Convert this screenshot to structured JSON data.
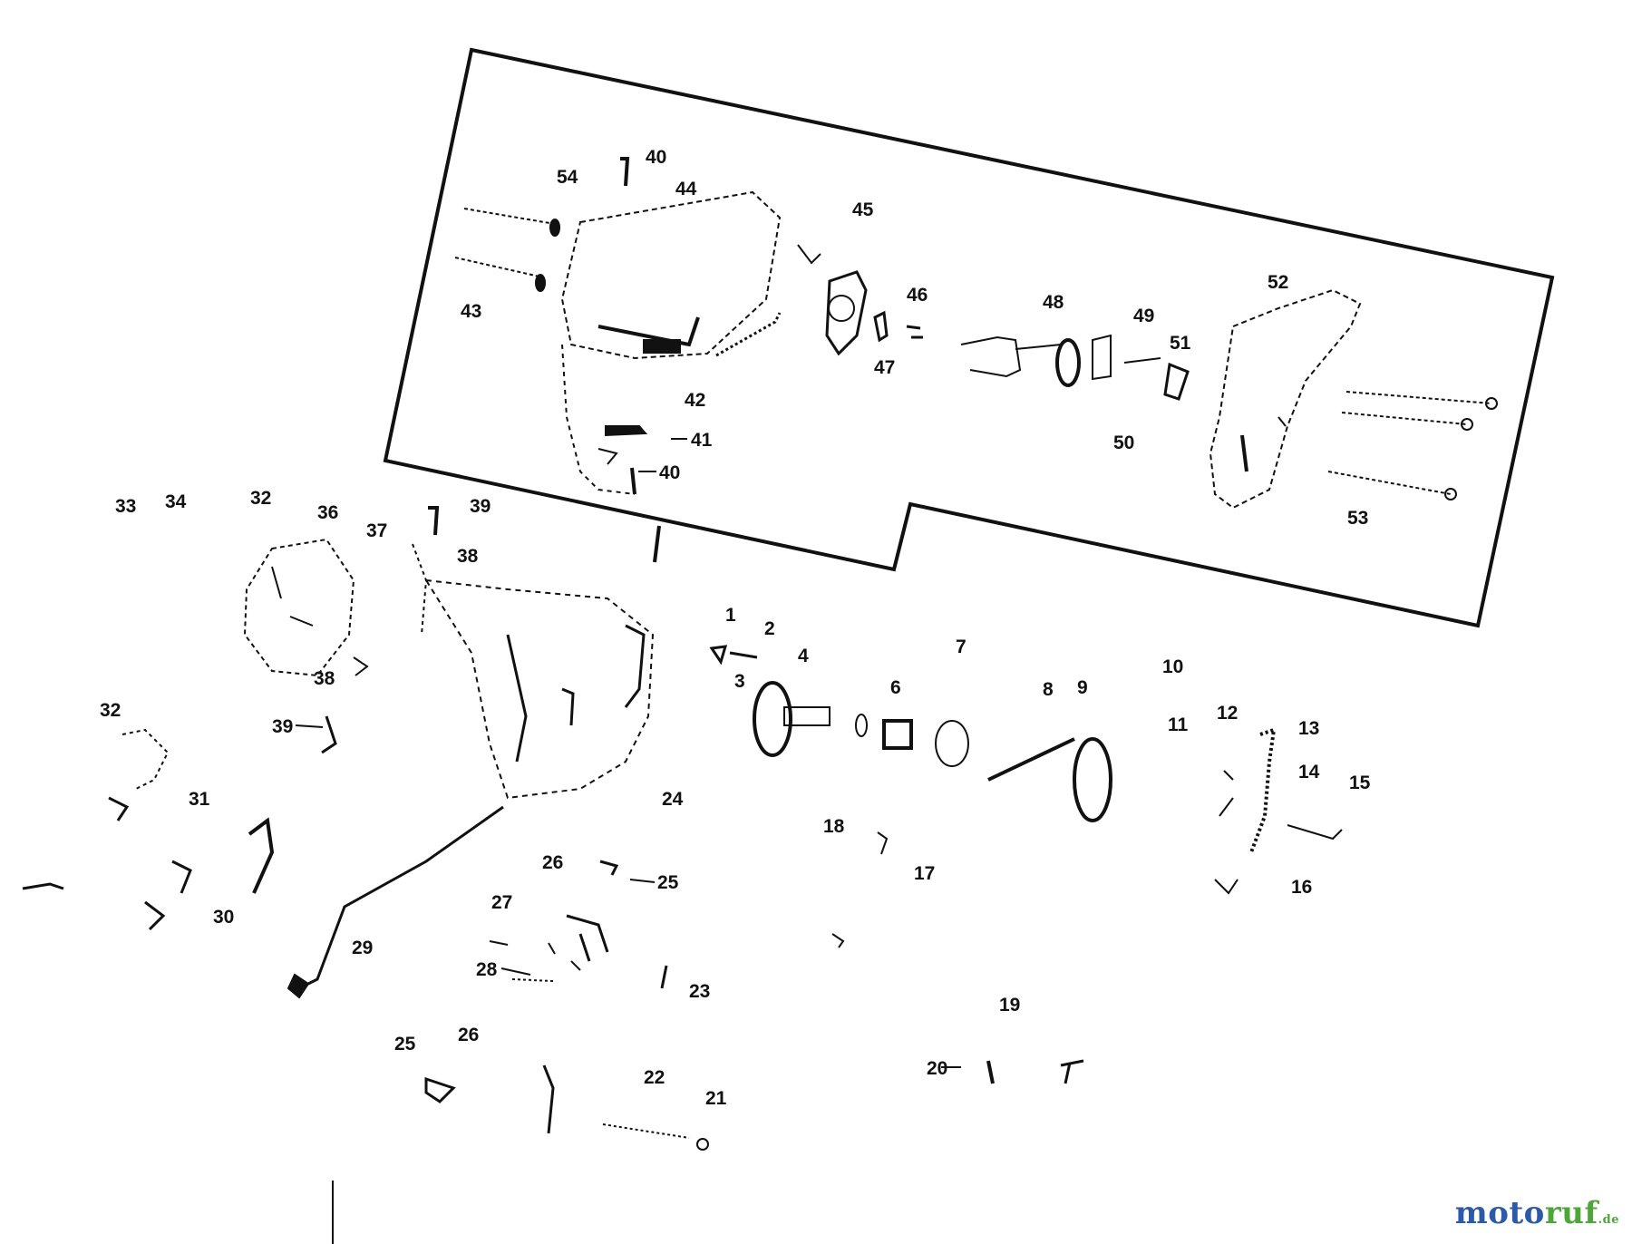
{
  "diagram": {
    "callouts": [
      "1",
      "2",
      "3",
      "4",
      "6",
      "7",
      "8",
      "9",
      "10",
      "11",
      "12",
      "13",
      "14",
      "15",
      "16",
      "17",
      "18",
      "19",
      "20",
      "21",
      "22",
      "23",
      "24",
      "25",
      "25",
      "26",
      "26",
      "27",
      "28",
      "29",
      "30",
      "31",
      "32",
      "32",
      "33",
      "34",
      "36",
      "37",
      "38",
      "38",
      "39",
      "39",
      "40",
      "40",
      "41",
      "42",
      "43",
      "44",
      "45",
      "46",
      "47",
      "48",
      "49",
      "50",
      "51",
      "52",
      "53",
      "54"
    ]
  },
  "watermark": {
    "part1": "moto",
    "part2": "ruf",
    "suffix": ".de"
  },
  "colors": {
    "ink": "#111111",
    "brand_blue": "#2c5aa8",
    "brand_green": "#4ea53a"
  }
}
